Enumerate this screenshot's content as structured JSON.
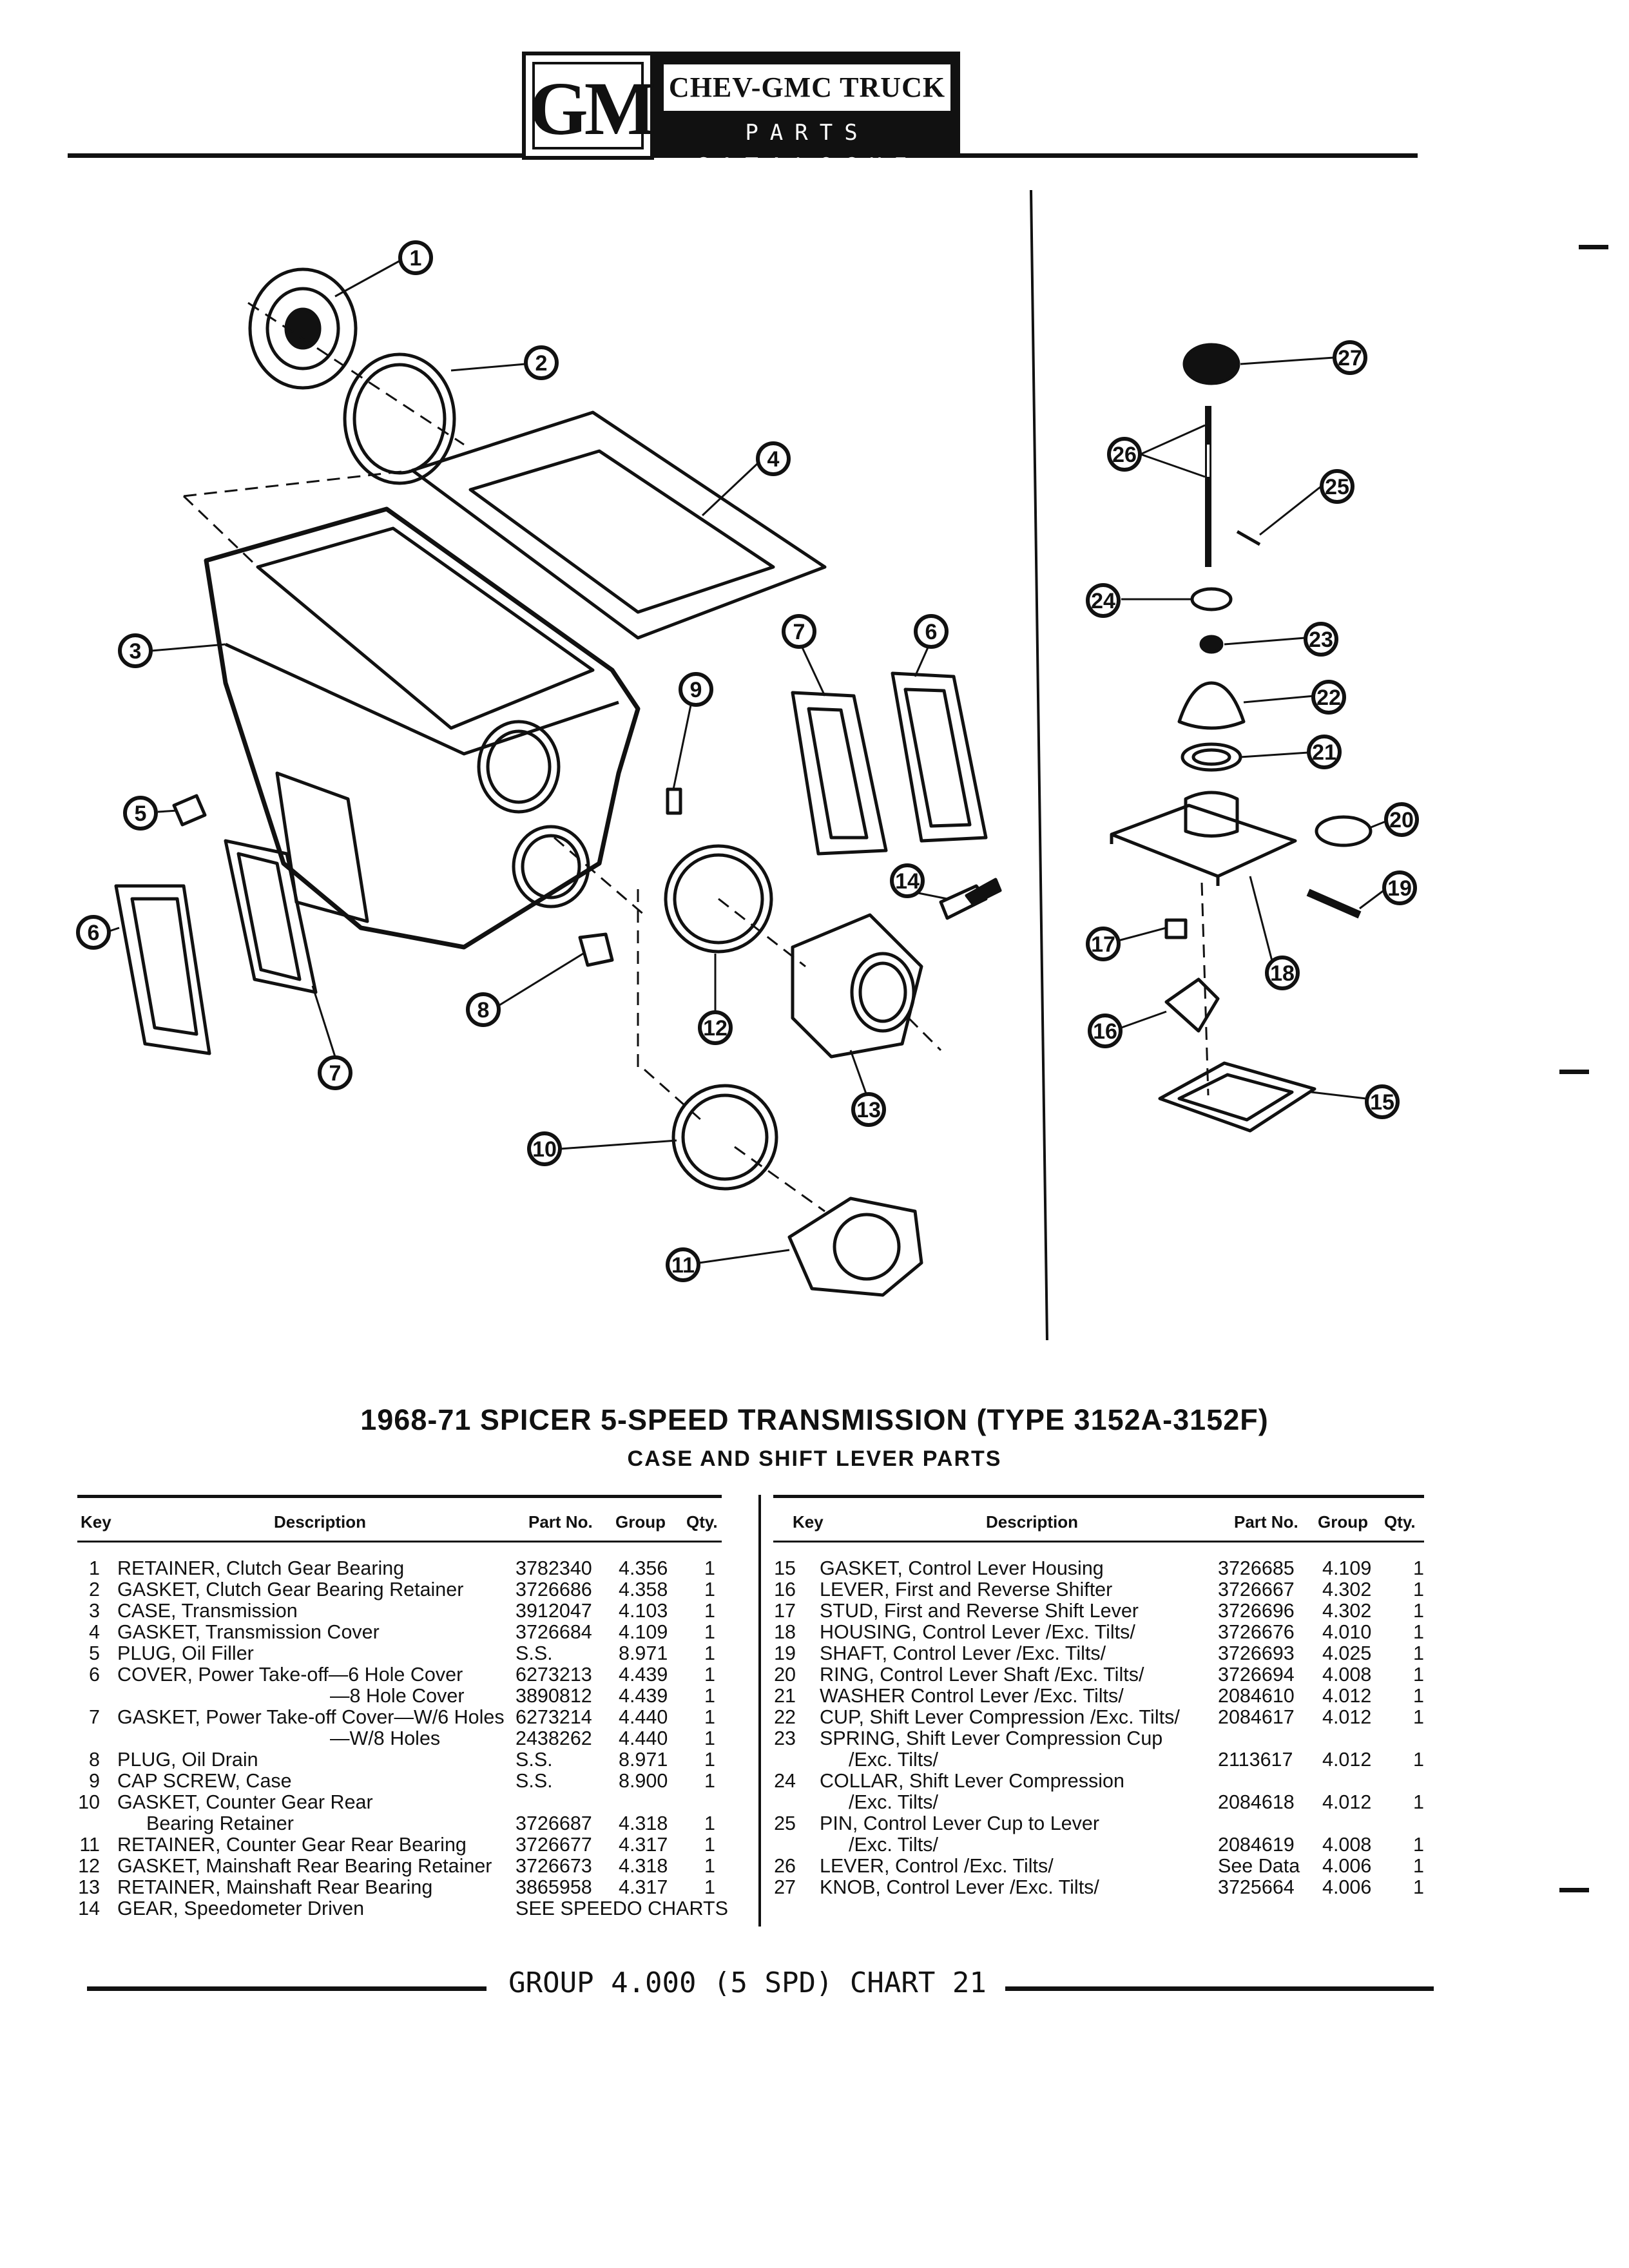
{
  "header": {
    "logo_text": "GM",
    "brand_line1": "CHEV-GMC TRUCK",
    "brand_line2": "PARTS CATALOGUE"
  },
  "diagram": {
    "callouts": [
      "1",
      "2",
      "3",
      "4",
      "5",
      "6",
      "7",
      "8",
      "9",
      "10",
      "11",
      "12",
      "13",
      "14",
      "6",
      "7",
      "15",
      "16",
      "17",
      "18",
      "19",
      "20",
      "21",
      "22",
      "23",
      "24",
      "25",
      "26",
      "27"
    ]
  },
  "title": "1968-71 SPICER 5-SPEED TRANSMISSION (TYPE 3152A-3152F)",
  "subtitle": "CASE AND SHIFT LEVER PARTS",
  "table_headers": {
    "key": "Key",
    "description": "Description",
    "part_no": "Part No.",
    "group": "Group",
    "qty": "Qty."
  },
  "left_rows": [
    {
      "key": "1",
      "desc": "RETAINER, Clutch Gear Bearing",
      "part": "3782340",
      "group": "4.356",
      "qty": "1"
    },
    {
      "key": "2",
      "desc": "GASKET, Clutch Gear Bearing Retainer",
      "part": "3726686",
      "group": "4.358",
      "qty": "1"
    },
    {
      "key": "3",
      "desc": "CASE, Transmission",
      "part": "3912047",
      "group": "4.103",
      "qty": "1"
    },
    {
      "key": "4",
      "desc": "GASKET, Transmission Cover",
      "part": "3726684",
      "group": "4.109",
      "qty": "1"
    },
    {
      "key": "5",
      "desc": "PLUG, Oil Filler",
      "part": "S.S.",
      "group": "8.971",
      "qty": "1"
    },
    {
      "key": "6",
      "desc": "COVER, Power Take-off—6 Hole Cover",
      "part": "6273213",
      "group": "4.439",
      "qty": "1"
    },
    {
      "key": "",
      "desc": "—8 Hole Cover",
      "part": "3890812",
      "group": "4.439",
      "qty": "1"
    },
    {
      "key": "7",
      "desc": "GASKET, Power Take-off Cover—W/6 Holes",
      "part": "6273214",
      "group": "4.440",
      "qty": "1"
    },
    {
      "key": "",
      "desc": "—W/8 Holes",
      "part": "2438262",
      "group": "4.440",
      "qty": "1"
    },
    {
      "key": "8",
      "desc": "PLUG, Oil Drain",
      "part": "S.S.",
      "group": "8.971",
      "qty": "1"
    },
    {
      "key": "9",
      "desc": "CAP SCREW, Case",
      "part": "S.S.",
      "group": "8.900",
      "qty": "1"
    },
    {
      "key": "10",
      "desc": "GASKET, Counter Gear Rear",
      "part": "",
      "group": "",
      "qty": ""
    },
    {
      "key": "",
      "desc": "Bearing Retainer",
      "part": "3726687",
      "group": "4.318",
      "qty": "1"
    },
    {
      "key": "11",
      "desc": "RETAINER, Counter Gear Rear Bearing",
      "part": "3726677",
      "group": "4.317",
      "qty": "1"
    },
    {
      "key": "12",
      "desc": "GASKET, Mainshaft Rear Bearing Retainer",
      "part": "3726673",
      "group": "4.318",
      "qty": "1"
    },
    {
      "key": "13",
      "desc": "RETAINER, Mainshaft Rear Bearing",
      "part": "3865958",
      "group": "4.317",
      "qty": "1"
    },
    {
      "key": "14",
      "desc": "GEAR, Speedometer Driven",
      "part": "SEE SPEEDO CHARTS",
      "group": "",
      "qty": ""
    }
  ],
  "right_rows": [
    {
      "key": "15",
      "desc": "GASKET, Control Lever Housing",
      "part": "3726685",
      "group": "4.109",
      "qty": "1"
    },
    {
      "key": "16",
      "desc": "LEVER, First and Reverse Shifter",
      "part": "3726667",
      "group": "4.302",
      "qty": "1"
    },
    {
      "key": "17",
      "desc": "STUD, First and Reverse Shift Lever",
      "part": "3726696",
      "group": "4.302",
      "qty": "1"
    },
    {
      "key": "18",
      "desc": "HOUSING, Control Lever /Exc. Tilts/",
      "part": "3726676",
      "group": "4.010",
      "qty": "1"
    },
    {
      "key": "19",
      "desc": "SHAFT, Control Lever /Exc. Tilts/",
      "part": "3726693",
      "group": "4.025",
      "qty": "1"
    },
    {
      "key": "20",
      "desc": "RING, Control Lever Shaft /Exc. Tilts/",
      "part": "3726694",
      "group": "4.008",
      "qty": "1"
    },
    {
      "key": "21",
      "desc": "WASHER Control Lever /Exc. Tilts/",
      "part": "2084610",
      "group": "4.012",
      "qty": "1"
    },
    {
      "key": "22",
      "desc": "CUP, Shift Lever Compression /Exc. Tilts/",
      "part": "2084617",
      "group": "4.012",
      "qty": "1"
    },
    {
      "key": "23",
      "desc": "SPRING, Shift Lever Compression Cup",
      "part": "",
      "group": "",
      "qty": ""
    },
    {
      "key": "",
      "desc": "/Exc. Tilts/",
      "part": "2113617",
      "group": "4.012",
      "qty": "1"
    },
    {
      "key": "24",
      "desc": "COLLAR, Shift Lever Compression",
      "part": "",
      "group": "",
      "qty": ""
    },
    {
      "key": "",
      "desc": "/Exc. Tilts/",
      "part": "2084618",
      "group": "4.012",
      "qty": "1"
    },
    {
      "key": "25",
      "desc": "PIN, Control Lever Cup to Lever",
      "part": "",
      "group": "",
      "qty": ""
    },
    {
      "key": "",
      "desc": "/Exc. Tilts/",
      "part": "2084619",
      "group": "4.008",
      "qty": "1"
    },
    {
      "key": "26",
      "desc": "LEVER, Control /Exc. Tilts/",
      "part": "See Data",
      "group": "4.006",
      "qty": "1"
    },
    {
      "key": "27",
      "desc": "KNOB, Control Lever /Exc. Tilts/",
      "part": "3725664",
      "group": "4.006",
      "qty": "1"
    }
  ],
  "footer": "GROUP 4.000 (5 SPD) CHART 21"
}
